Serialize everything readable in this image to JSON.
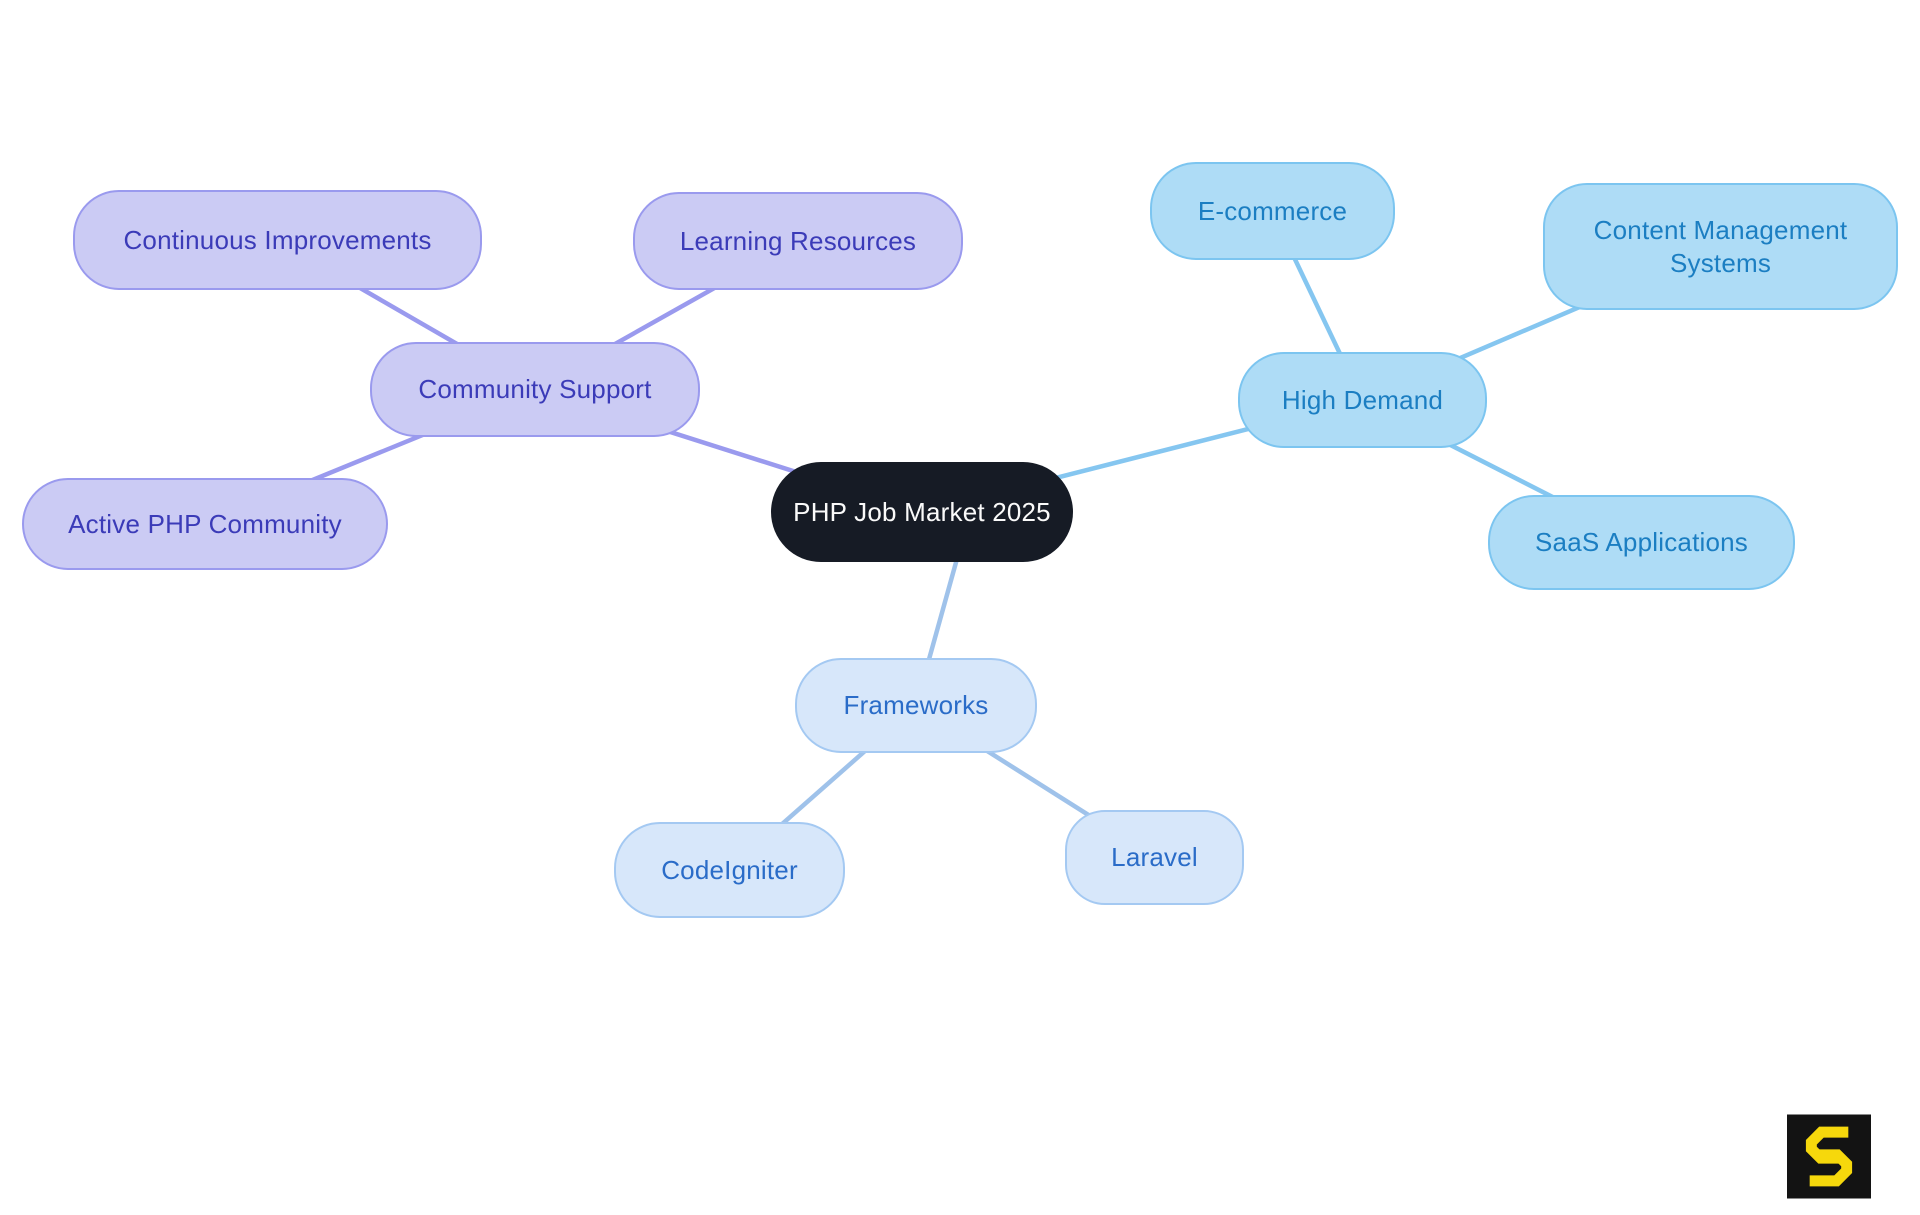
{
  "diagram": {
    "root": {
      "label": "PHP Job Market 2025",
      "bg": "#161b25",
      "text_color": "#fafafa"
    },
    "branches": [
      {
        "name": "community-support",
        "label": "Community Support",
        "fill": "#cbcbf4",
        "border": "#9a9aee",
        "text_color": "#3b3bb8",
        "edge_color": "#9a9aee",
        "children": [
          {
            "label": "Continuous Improvements"
          },
          {
            "label": "Learning Resources"
          },
          {
            "label": "Active PHP Community"
          }
        ]
      },
      {
        "name": "high-demand",
        "label": "High Demand",
        "fill": "#aedcf6",
        "border": "#7cc5f0",
        "text_color": "#1b7ec2",
        "edge_color": "#85c6f0",
        "children": [
          {
            "label": "E-commerce"
          },
          {
            "label": "Content Management Systems"
          },
          {
            "label": "SaaS Applications"
          }
        ]
      },
      {
        "name": "frameworks",
        "label": "Frameworks",
        "fill": "#d7e7fa",
        "border": "#a4c9f2",
        "text_color": "#2a6cc8",
        "edge_color": "#9fc2ea",
        "children": [
          {
            "label": "CodeIgniter"
          },
          {
            "label": "Laravel"
          }
        ]
      }
    ],
    "logo": {
      "glyph": "S",
      "bg": "#131313",
      "glyph_color": "#f6d80c"
    }
  }
}
